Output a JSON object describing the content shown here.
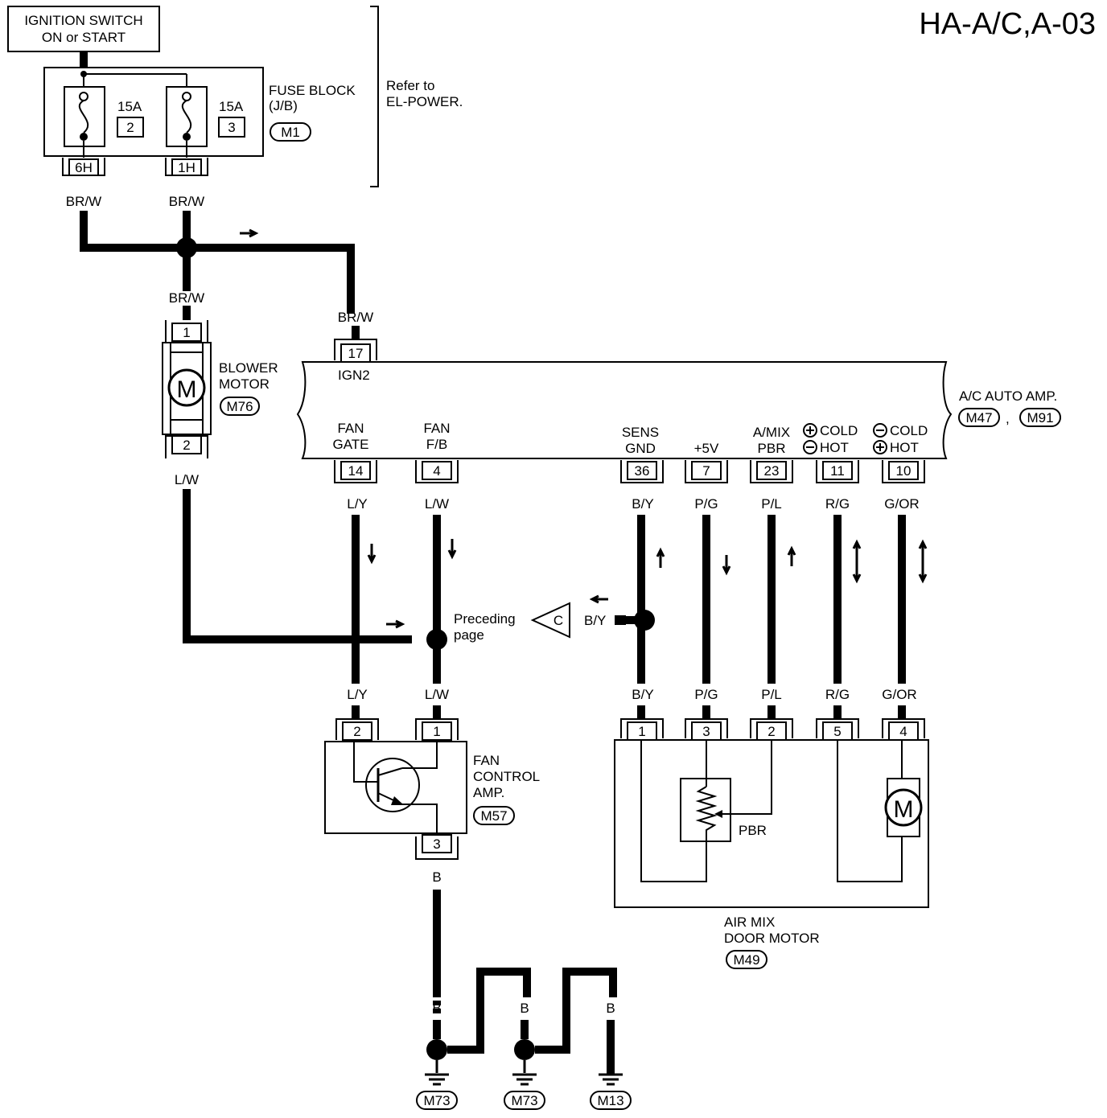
{
  "diagram_id": "HA-A/C,A-03",
  "ignition": {
    "line1": "IGNITION SWITCH",
    "line2": "ON or START"
  },
  "fuse_block": {
    "title": "FUSE BLOCK",
    "subtitle": "(J/B)",
    "code": "M1",
    "fuse1_rating": "15A",
    "fuse1_no": "2",
    "fuse2_rating": "15A",
    "fuse2_no": "3",
    "conn1": "6H",
    "conn2": "1H",
    "refer1": "Refer to",
    "refer2": "EL-POWER."
  },
  "wires": {
    "brw": "BR/W",
    "lw": "L/W",
    "ly": "L/Y",
    "by": "B/Y",
    "pg": "P/G",
    "pl": "P/L",
    "rg": "R/G",
    "gor": "G/OR",
    "b": "B"
  },
  "blower_motor": {
    "line1": "BLOWER",
    "line2": "MOTOR",
    "code": "M76",
    "pin_top": "1",
    "pin_bottom": "2",
    "symbol": "M"
  },
  "amp": {
    "title": "A/C AUTO AMP.",
    "code1": "M47",
    "sep": ",",
    "code2": "M91",
    "ign_pin": "17",
    "ign_label": "IGN2",
    "fan_gate1": "FAN",
    "fan_gate2": "GATE",
    "fan_fb1": "FAN",
    "fan_fb2": "F/B",
    "sens1": "SENS",
    "sens2": "GND",
    "plus5v": "+5V",
    "amix1": "A/MIX",
    "amix2": "PBR",
    "cold_hot_a1": "COLD",
    "cold_hot_a2": "HOT",
    "cold_hot_b1": "COLD",
    "cold_hot_b2": "HOT",
    "pins": [
      "14",
      "4",
      "36",
      "7",
      "23",
      "11",
      "10"
    ]
  },
  "preceding": {
    "line1": "Preceding",
    "line2": "page",
    "letter": "C"
  },
  "fan_control_amp": {
    "line1": "FAN",
    "line2": "CONTROL",
    "line3": "AMP.",
    "code": "M57",
    "pin1": "2",
    "pin2": "1",
    "pin3": "3"
  },
  "air_mix_motor": {
    "line1": "AIR MIX",
    "line2": "DOOR MOTOR",
    "code": "M49",
    "pins": [
      "1",
      "3",
      "2",
      "5",
      "4"
    ],
    "pbr": "PBR",
    "symbol": "M"
  },
  "grounds": {
    "g1": "M73",
    "g2": "M73",
    "g3": "M13"
  }
}
